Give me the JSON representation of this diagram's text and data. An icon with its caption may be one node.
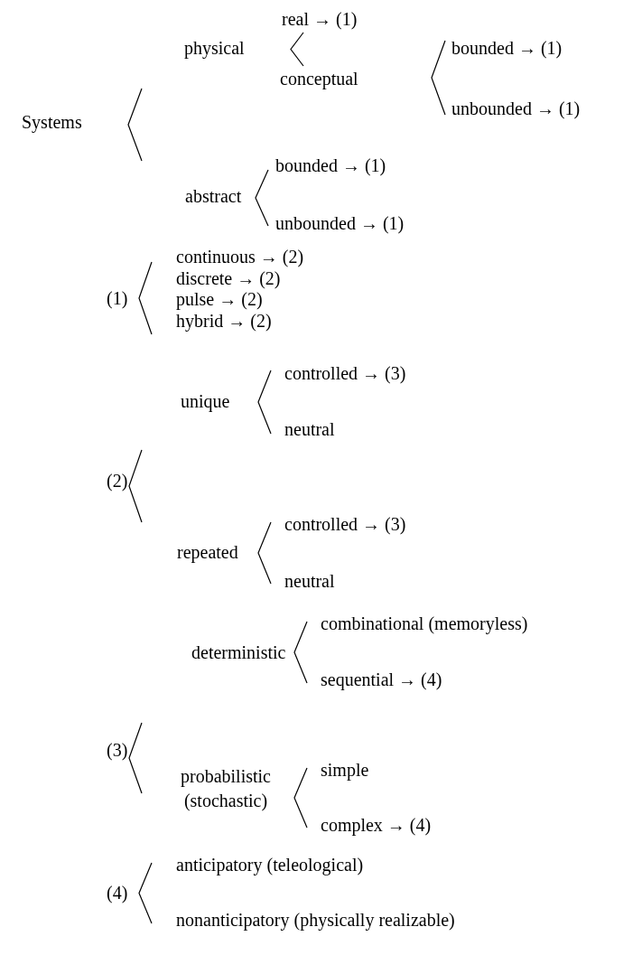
{
  "diagram": {
    "labels": [
      "real → (1)",
      "physical",
      "bounded → (1)",
      "conceptual",
      "Systems",
      "unbounded → (1)",
      "bounded → (1)",
      "abstract",
      "unbounded → (1)",
      "continuous → (2)",
      "(1)",
      "discrete → (2)",
      "pulse → (2)",
      "hybrid → (2)",
      "controlled → (3)",
      "unique",
      "neutral",
      "(2)",
      "controlled → (3)",
      "repeated",
      "neutral",
      "combinational (memoryless)",
      "deterministic",
      "sequential → (4)",
      "(3)",
      "probabilistic (stochastic)",
      "simple",
      "complex → (4)",
      "anticipatory (teleological)",
      "(4)",
      "nonanticipatory (physically realizable)"
    ]
  }
}
